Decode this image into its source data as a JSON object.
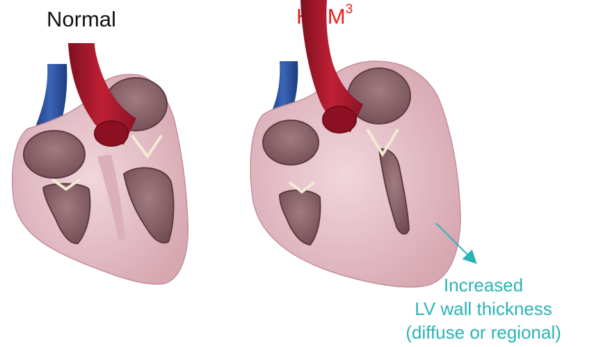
{
  "labels": {
    "normal": "Normal",
    "hcm": "HCM",
    "hcm_superscript": "3"
  },
  "annotation": {
    "lines": [
      "Increased",
      "LV wall thickness",
      "(diffuse or regional)"
    ]
  },
  "colors": {
    "hcm_label": "#e8201c",
    "annotation": "#2ab3b4",
    "aorta": "#a8162a",
    "vena_cava": "#2a4f9c",
    "myocardium": "#e9c3cb",
    "chamber": "#8a6268"
  }
}
